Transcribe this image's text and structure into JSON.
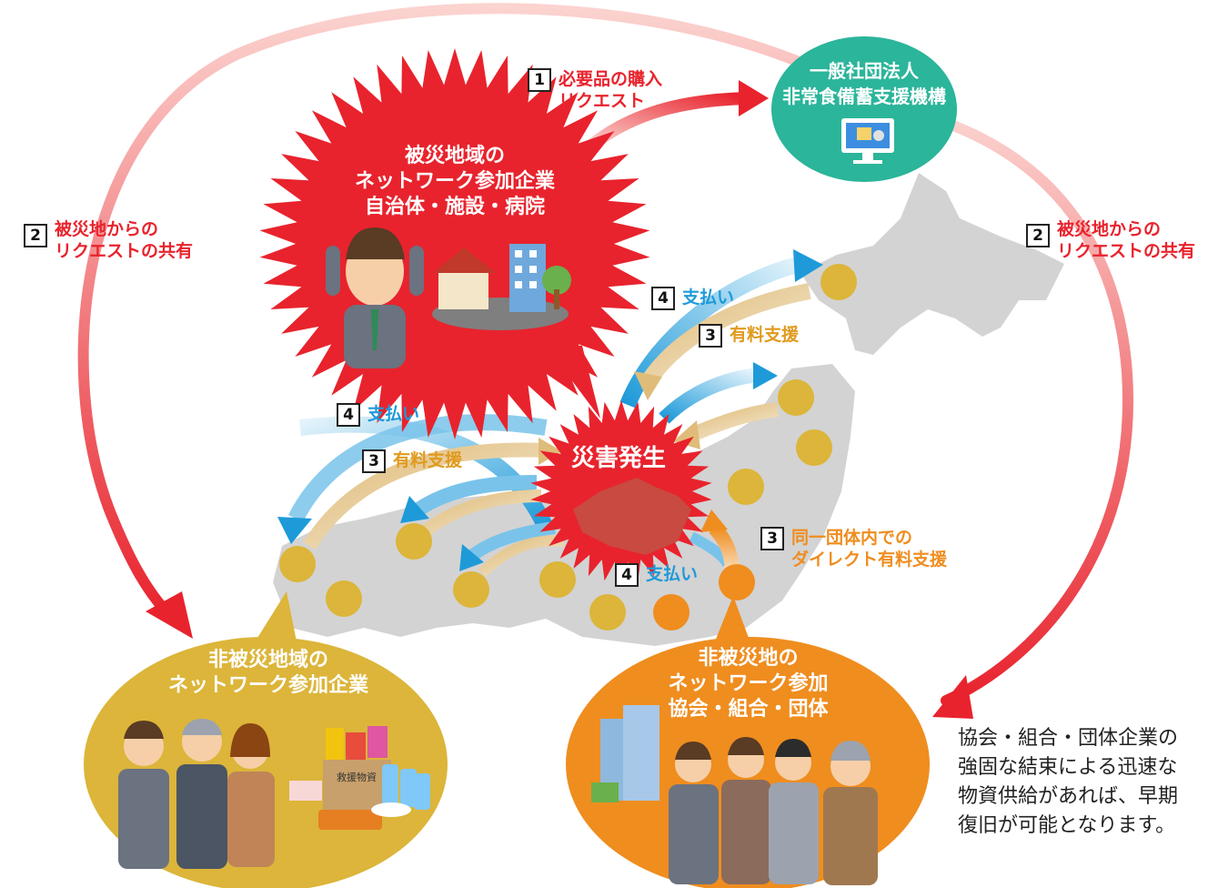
{
  "org": {
    "lines": [
      "一般社団法人",
      "非常食備蓄支援機構"
    ]
  },
  "affected": {
    "lines": [
      "被災地域の",
      "ネットワーク参加企業",
      "自治体・施設・病院"
    ]
  },
  "disaster": {
    "label": "災害発生"
  },
  "non_affected_companies": {
    "lines": [
      "非被災地域の",
      "ネットワーク参加企業"
    ]
  },
  "non_affected_associations": {
    "lines": [
      "非被災地の",
      "ネットワーク参加",
      "協会・組合・団体"
    ]
  },
  "steps": {
    "request": {
      "num": "1",
      "lines": [
        "必要品の購入",
        "リクエスト"
      ]
    },
    "share_left": {
      "num": "2",
      "lines": [
        "被災地からの",
        "リクエストの共有"
      ]
    },
    "share_right": {
      "num": "2",
      "lines": [
        "被災地からの",
        "リクエストの共有"
      ]
    },
    "paid_support_north": {
      "num": "3",
      "label": "有料支援"
    },
    "payment_north": {
      "num": "4",
      "label": "支払い"
    },
    "paid_support_west": {
      "num": "3",
      "label": "有料支援"
    },
    "payment_west": {
      "num": "4",
      "label": "支払い"
    },
    "direct_support": {
      "num": "3",
      "lines": [
        "同一団体内での",
        "ダイレクト有料支援"
      ]
    },
    "payment_south": {
      "num": "4",
      "label": "支払い"
    }
  },
  "relief_box_label": "救援物資",
  "note": {
    "lines": [
      "協会・組合・団体企業の",
      "強固な結束による迅速な",
      "物資供給があれば、早期",
      "復旧が可能となります。"
    ]
  },
  "colors": {
    "red": "#e8232d",
    "teal": "#2bb59a",
    "gold": "#dcb53a",
    "orange": "#ef8d1f",
    "blue": "#1e9ad9",
    "map": "#d3d3d3"
  }
}
